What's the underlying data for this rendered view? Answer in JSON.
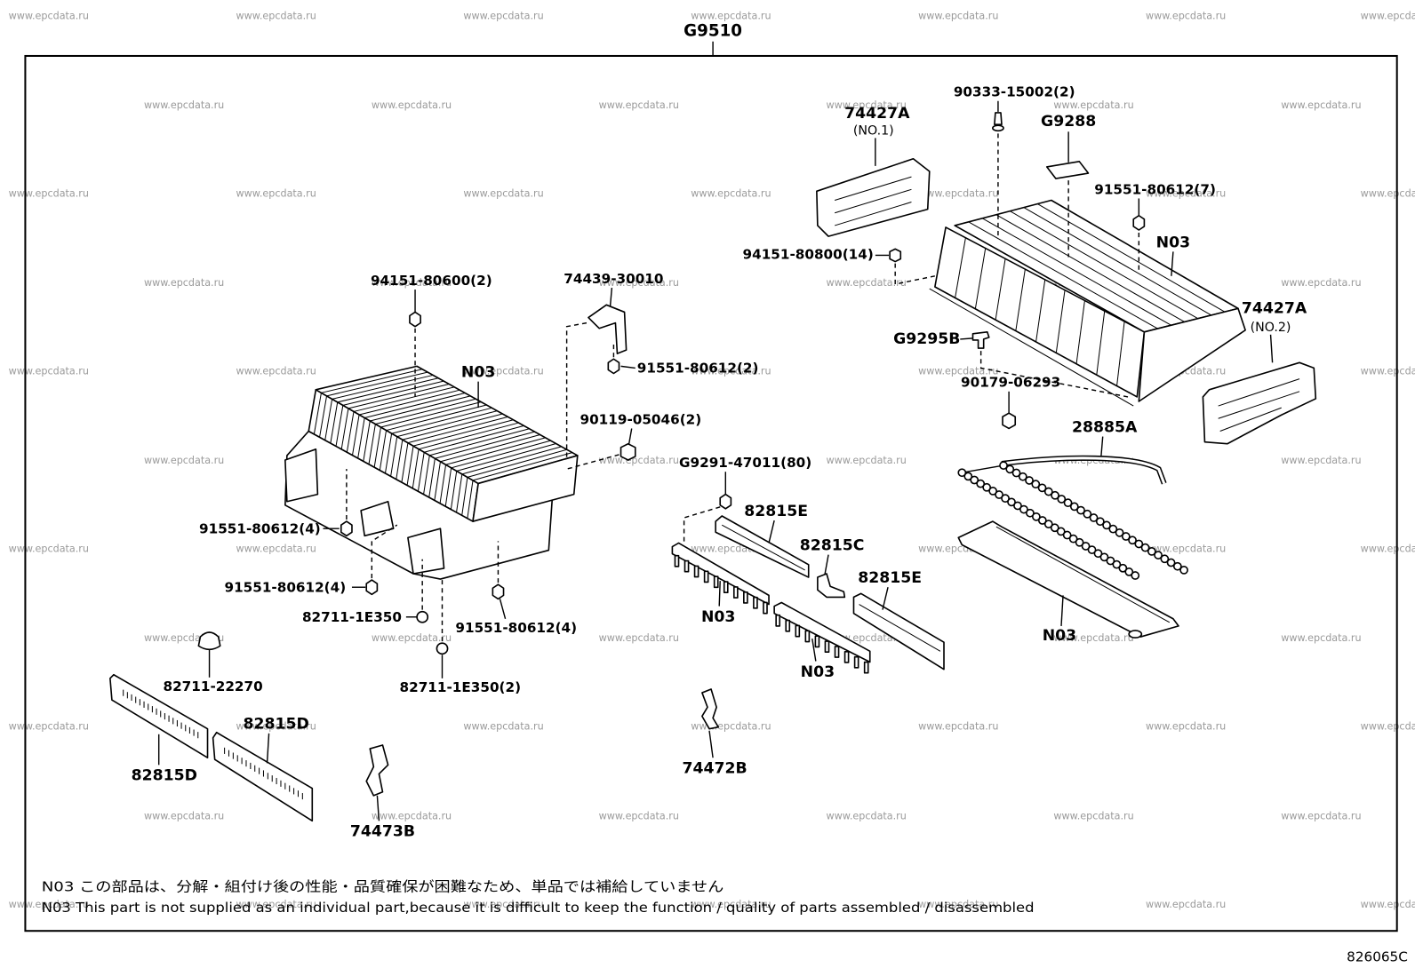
{
  "assembly_no": "G9510",
  "diagram_code": "826065C",
  "watermark": "www.epcdata.ru",
  "callouts": {
    "upper_cover_no1": "74427A",
    "upper_cover_no1_qualifier": "(NO.1)",
    "screw_90333": "90333-15002(2)",
    "label_g9288": "G9288",
    "bolt_upper_case": "91551-80612(7)",
    "n03_upper_case": "N03",
    "nut_94151_80800": "94151-80800(14)",
    "upper_cover_no2": "74427A",
    "upper_cover_no2_qualifier": "(NO.2)",
    "clip_g9295b": "G9295B",
    "grommet_90179": "90179-06293",
    "duct_28885a": "28885A",
    "nut_94151_80600": "94151-80600(2)",
    "bracket_74439": "74439-30010",
    "bolt_bracket": "91551-80612(2)",
    "n03_battery_stack": "N03",
    "bolt_90119": "90119-05046(2)",
    "nut_g9291": "G9291-47011(80)",
    "bus_bar_82815e_a": "82815E",
    "bracket_82815c": "82815C",
    "bus_bar_82815e_b": "82815E",
    "bolt_left_a": "91551-80612(4)",
    "bolt_left_b": "91551-80612(4)",
    "plug_82711_1e350": "82711-1E350",
    "bolt_right": "91551-80612(4)",
    "plug_82711_1e350_2": "82711-1E350(2)",
    "n03_bus_bar_a": "N03",
    "n03_bus_bar_b": "N03",
    "n03_duct": "N03",
    "plug_82711_22270": "82711-22270",
    "cover_82815d_a": "82815D",
    "cover_82815d_b": "82815D",
    "bracket_74473b": "74473B",
    "bracket_74472b": "74472B"
  },
  "notes": {
    "jp": "N03 この部品は、分解・組付け後の性能・品質確保が困難なため、単品では補給していません",
    "en": "N03 This part is not supplied as an individual part,because it is difficult to keep the function / quality of parts assembled / disassembled"
  }
}
